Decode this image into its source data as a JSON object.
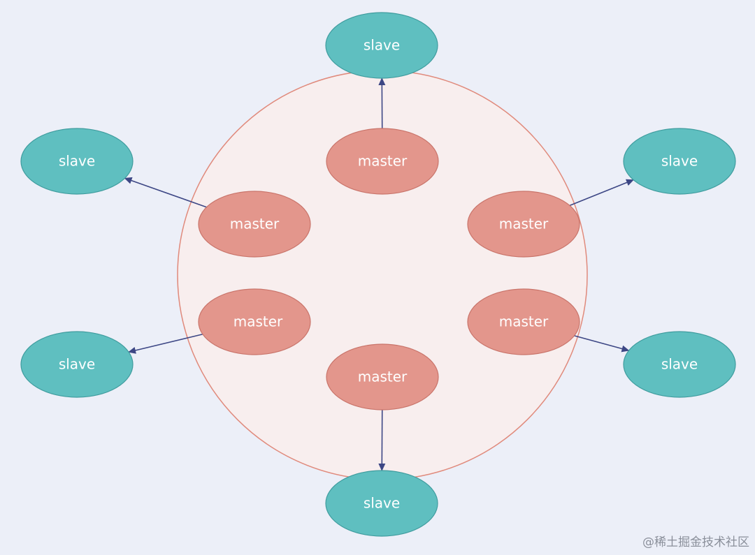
{
  "colors": {
    "background": "#eceff8",
    "cluster_fill": "#f8eeee",
    "cluster_stroke": "#e08a7c",
    "master_fill": "#e3968c",
    "master_stroke": "#c9746a",
    "slave_fill": "#5fbfc0",
    "slave_stroke": "#3f9c9e",
    "arrow": "#3d4785"
  },
  "masters": [
    {
      "id": "m-top",
      "label": "master"
    },
    {
      "id": "m-left-upper",
      "label": "master"
    },
    {
      "id": "m-right-upper",
      "label": "master"
    },
    {
      "id": "m-left-lower",
      "label": "master"
    },
    {
      "id": "m-right-lower",
      "label": "master"
    },
    {
      "id": "m-bottom",
      "label": "master"
    }
  ],
  "slaves": [
    {
      "id": "s-top",
      "label": "slave"
    },
    {
      "id": "s-left-upper",
      "label": "slave"
    },
    {
      "id": "s-right-upper",
      "label": "slave"
    },
    {
      "id": "s-left-lower",
      "label": "slave"
    },
    {
      "id": "s-right-lower",
      "label": "slave"
    },
    {
      "id": "s-bottom",
      "label": "slave"
    }
  ],
  "edges": [
    {
      "from": "m-top",
      "to": "s-top"
    },
    {
      "from": "m-left-upper",
      "to": "s-left-upper"
    },
    {
      "from": "m-right-upper",
      "to": "s-right-upper"
    },
    {
      "from": "m-left-lower",
      "to": "s-left-lower"
    },
    {
      "from": "m-right-lower",
      "to": "s-right-lower"
    },
    {
      "from": "m-bottom",
      "to": "s-bottom"
    }
  ],
  "watermark": "@稀土掘金技术社区"
}
